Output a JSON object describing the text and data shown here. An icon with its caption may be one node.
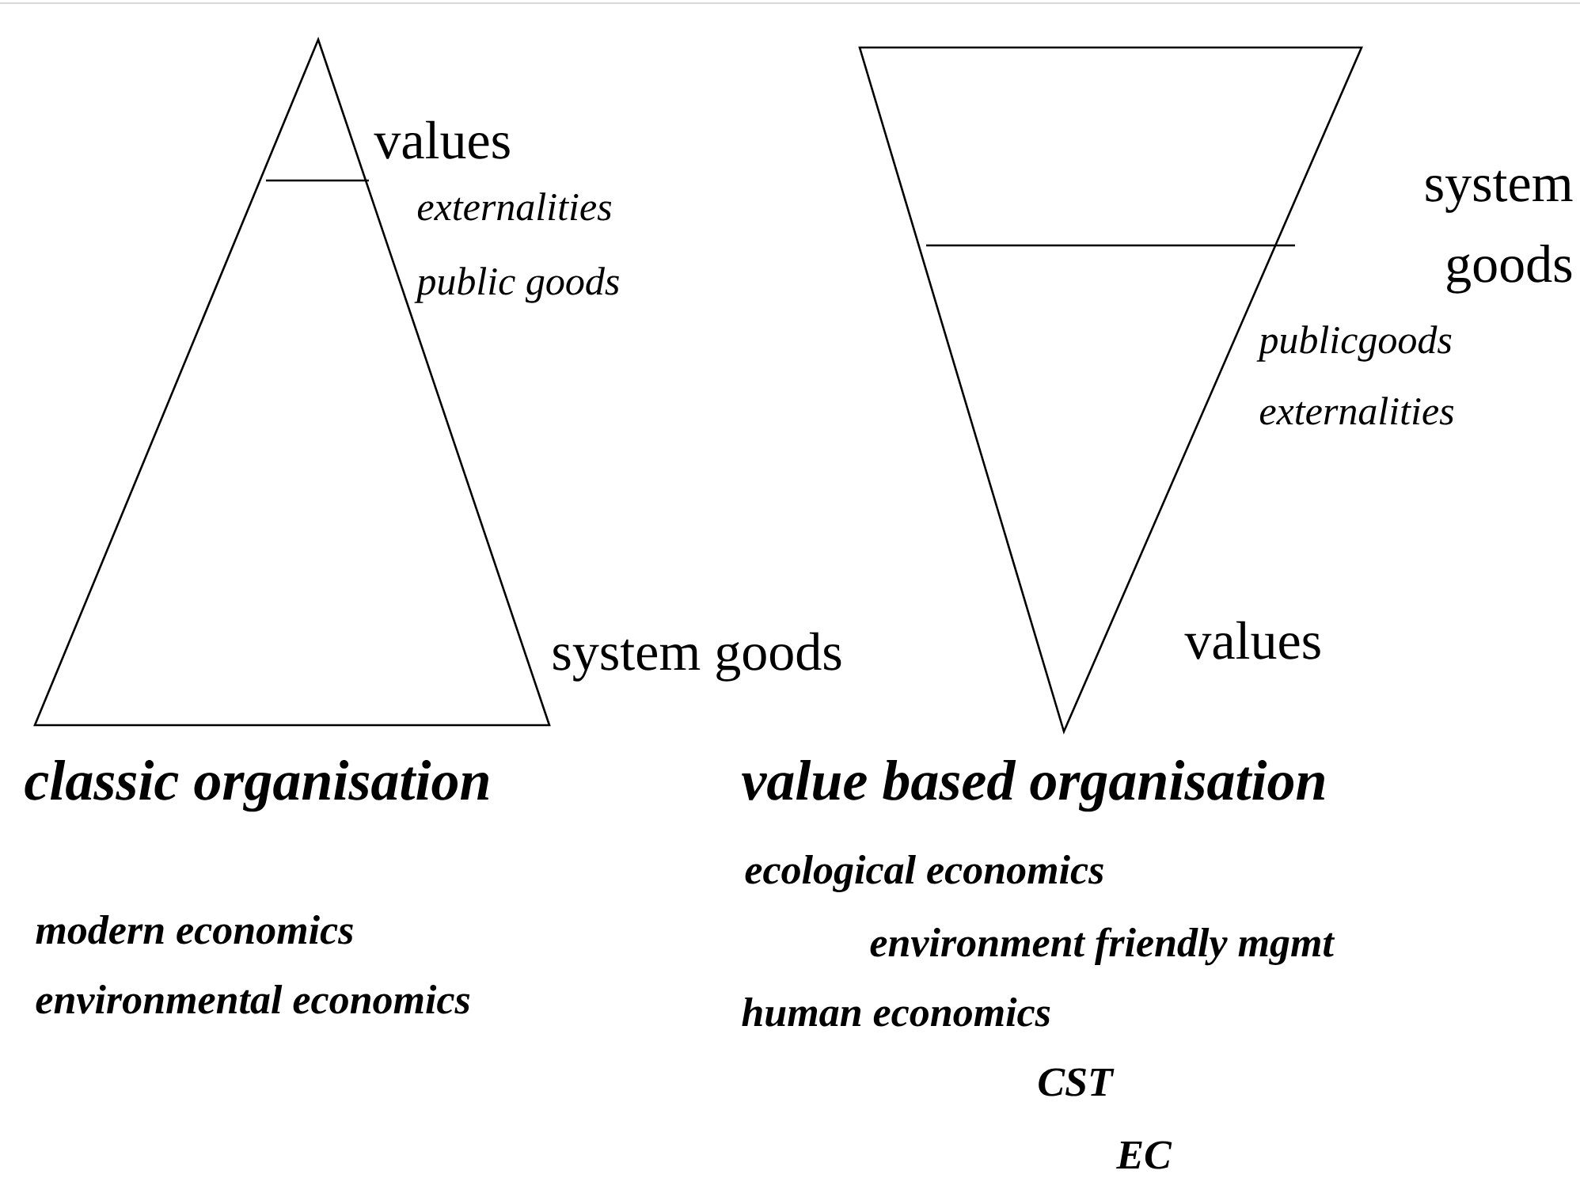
{
  "diagram": {
    "labels": [
      "values",
      "externalities",
      "public goods",
      "system goods",
      "publicgoods",
      "externalities",
      "system goods",
      "values",
      "classic organisation",
      "value based organisation",
      "ecological economics",
      "modern economics",
      "environment friendly mgmt",
      "environmental economics",
      "human economics",
      "CST",
      "EC"
    ]
  }
}
